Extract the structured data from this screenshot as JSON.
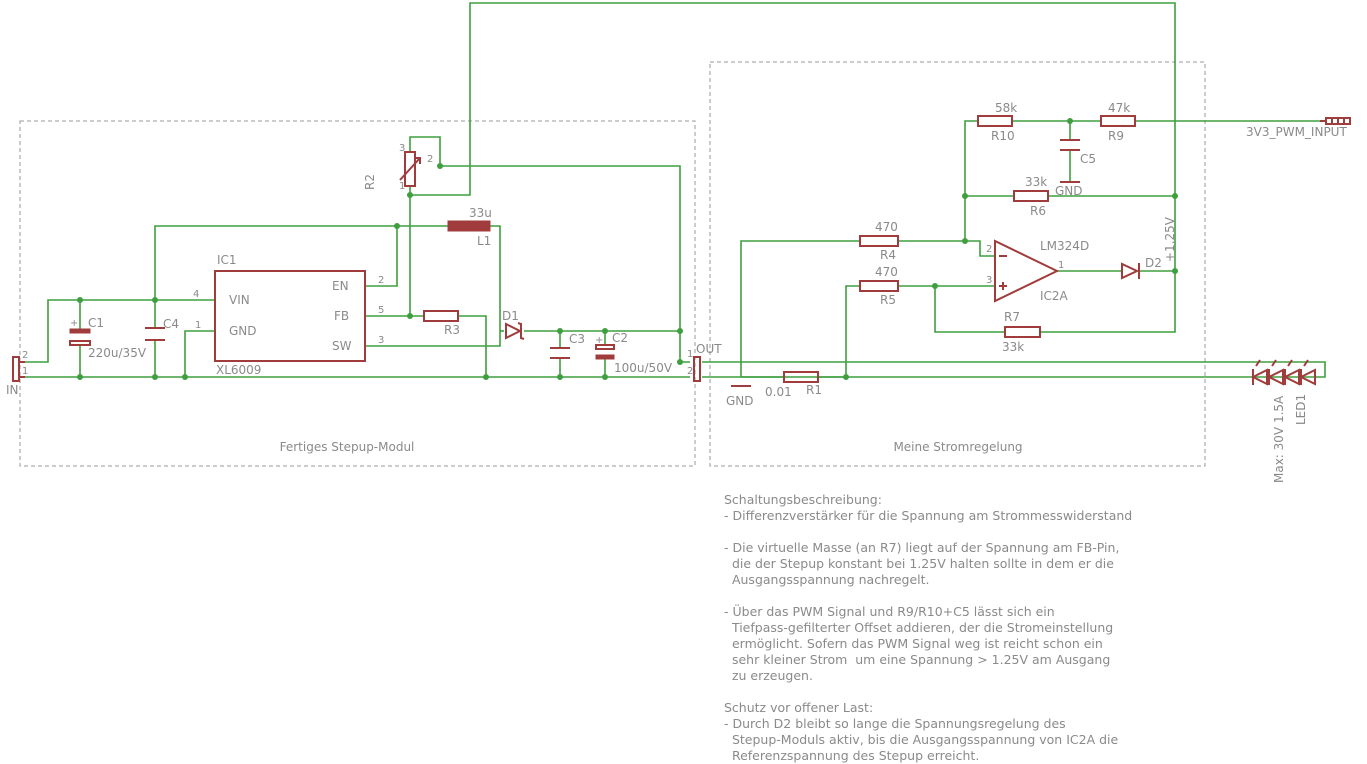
{
  "frames": {
    "stepup_label": "Fertiges Stepup-Modul",
    "regulation_label": "Meine Stromregelung"
  },
  "components": {
    "ic1_name": "IC1",
    "ic1_value": "XL6009",
    "ic1_pins": {
      "vin": "VIN",
      "gnd": "GND",
      "en": "EN",
      "fb": "FB",
      "sw": "SW"
    },
    "ic1_pin_numbers": {
      "vin": "4",
      "gnd": "1",
      "en": "2",
      "fb": "5",
      "sw": "3"
    },
    "c1_name": "C1",
    "c1_value": "220u/35V",
    "c4_name": "C4",
    "c3_name": "C3",
    "c2_name": "C2",
    "c2_value": "100u/50V",
    "c5_name": "C5",
    "l1_name": "L1",
    "l1_value": "33u",
    "d1_name": "D1",
    "d2_name": "D2",
    "r1_name": "R1",
    "r1_value": "0.01",
    "r2_name": "R2",
    "r2_pins": {
      "p1": "1",
      "p2": "2",
      "p3": "3"
    },
    "r3_name": "R3",
    "r4_name": "R4",
    "r4_value": "470",
    "r5_name": "R5",
    "r5_value": "470",
    "r6_name": "R6",
    "r6_value": "33k",
    "r7_name": "R7",
    "r7_value": "33k",
    "r9_name": "R9",
    "r9_value": "47k",
    "r10_name": "R10",
    "r10_value": "58k",
    "ic2_name": "IC2A",
    "ic2_value": "LM324D",
    "ic2_pins": {
      "inv": "2",
      "noninv": "3",
      "out": "1"
    },
    "led_name": "LED1",
    "led_value": "Max: 30V 1.5A"
  },
  "connectors": {
    "in_label": "IN",
    "out_label": "OUT",
    "in_pins": {
      "p1": "1",
      "p2": "2"
    },
    "out_pins": {
      "p1": "1",
      "p2": "2"
    }
  },
  "nets": {
    "gnd1": "GND",
    "gnd2": "GND",
    "vref": "+1.25V",
    "pwm": "3V3_PWM_INPUT"
  },
  "description": {
    "lines": [
      "Schaltungsbeschreibung:",
      "- Differenzverstärker für die Spannung am Strommesswiderstand",
      "",
      "- Die virtuelle Masse (an R7) liegt auf der Spannung am FB-Pin,",
      "  die der Stepup konstant bei 1.25V halten sollte in dem er die",
      "  Ausgangsspannung nachregelt.",
      "",
      "- Über das PWM Signal und R9/R10+C5 lässt sich ein",
      "  Tiefpass-gefilterter Offset addieren, der die Stromeinstellung",
      "  ermöglicht. Sofern das PWM Signal weg ist reicht schon ein",
      "  sehr kleiner Strom  um eine Spannung > 1.25V am Ausgang",
      "  zu erzeugen.",
      "",
      "Schutz vor offener Last:",
      "- Durch D2 bleibt so lange die Spannungsregelung des",
      "  Stepup-Moduls aktiv, bis die Ausgangsspannung von IC2A die",
      "  Referenzspannung des Stepup erreicht."
    ]
  }
}
